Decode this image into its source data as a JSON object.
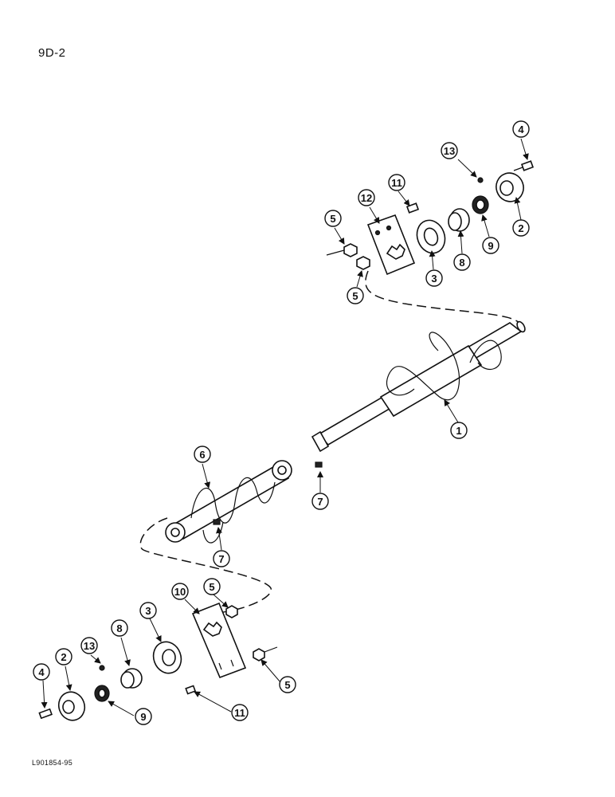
{
  "page": {
    "number": "9D-2",
    "figure_code": "L901854-95"
  },
  "callouts": [
    "1",
    "2",
    "3",
    "4",
    "5",
    "6",
    "7",
    "8",
    "9",
    "10",
    "11",
    "12",
    "13"
  ]
}
